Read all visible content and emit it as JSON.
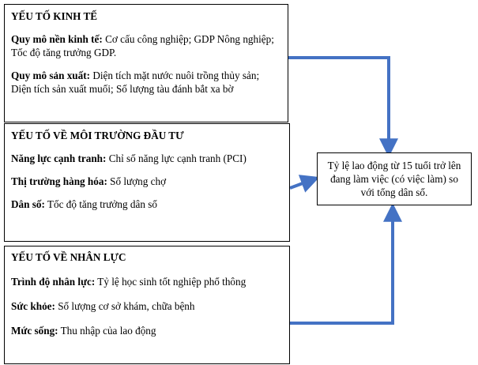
{
  "boxes": {
    "economic": {
      "title": "YẾU TỐ KINH TẾ",
      "items": [
        {
          "label": "Quy mô nền kinh tế:",
          "text": " Cơ cấu công nghiệp; GDP Nông nghiệp; Tốc độ tăng trưởng GDP."
        },
        {
          "label": "Quy mô sản xuất:",
          "text": " Diện tích mặt nước nuôi trồng thủy sản; Diện tích sản xuất muối; Số lượng tàu đánh bắt xa bờ"
        }
      ]
    },
    "investment": {
      "title": "YẾU TỐ VỀ MÔI TRƯỜNG ĐẦU TƯ",
      "items": [
        {
          "label": "Năng lực cạnh tranh:",
          "text": " Chỉ số năng lực cạnh tranh (PCI)"
        },
        {
          "label": "Thị trường hàng hóa:",
          "text": " Số lượng chợ"
        },
        {
          "label": "Dân số:",
          "text": " Tốc độ tăng trưởng dân số"
        }
      ]
    },
    "human": {
      "title": "YẾU TỐ VỀ NHÂN LỰC",
      "items": [
        {
          "label": "Trình độ nhân lực:",
          "text": " Tỷ lệ học sinh tốt nghiệp phổ thông"
        },
        {
          "label": "Sức khỏe:",
          "text": " Số lượng cơ sở khám, chữa bệnh"
        },
        {
          "label": "Mức sống:",
          "text": " Thu nhập của lao động"
        }
      ]
    },
    "outcome": {
      "text": "Tỷ lệ lao động từ 15 tuổi trở lên đang làm việc (có việc làm) so với tổng dân số."
    }
  },
  "colors": {
    "arrow": "#4472C4",
    "border": "#000000"
  }
}
